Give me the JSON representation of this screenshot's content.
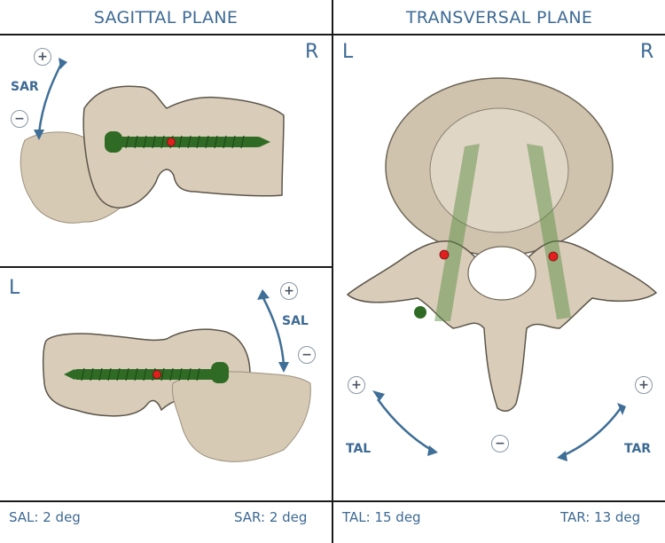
{
  "panels": {
    "sagittal": {
      "title": "SAGITTAL PLANE"
    },
    "transversal": {
      "title": "TRANSVERSAL PLANE"
    }
  },
  "corners": {
    "sag_top_right": "R",
    "sag_bottom_left": "L",
    "trans_left": "L",
    "trans_right": "R"
  },
  "controls": {
    "sar": {
      "label": "SAR",
      "plus": "+",
      "minus": "−"
    },
    "sal": {
      "label": "SAL",
      "plus": "+",
      "minus": "−"
    },
    "tal": {
      "label": "TAL",
      "plus": "+"
    },
    "tar": {
      "label": "TAR",
      "plus": "+"
    },
    "center_minus": "−"
  },
  "status": {
    "sal": "SAL: 2 deg",
    "sar": "SAR: 2 deg",
    "tal": "TAL: 15 deg",
    "tar": "TAR: 13 deg"
  },
  "colors": {
    "accent": "#3d6a94",
    "bone": "#d9cdb9",
    "screw": "#2f6b25",
    "marker": "#e11f1f"
  }
}
